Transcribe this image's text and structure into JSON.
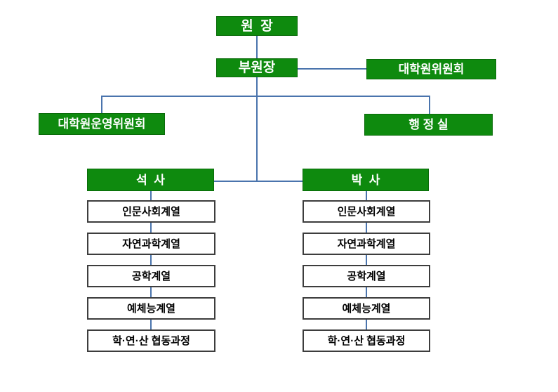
{
  "org": {
    "director": "원  장",
    "vice_director": "부원장",
    "graduate_committee": "대학원위원회",
    "operating_committee": "대학원운영위원회",
    "admin_office": "행 정 실",
    "masters": {
      "label": "석  사",
      "departments": [
        "인문사회계열",
        "자연과학계열",
        "공학계열",
        "예체능계열",
        "학·연·산 협동과정"
      ]
    },
    "doctoral": {
      "label": "박  사",
      "departments": [
        "인문사회계열",
        "자연과학계열",
        "공학계열",
        "예체능계열",
        "학·연·산 협동과정"
      ]
    }
  },
  "colors": {
    "node_fill": "#0e8a0e",
    "node_border": "#0a6b0a",
    "connector": "#4a74ad",
    "dept_border": "#3d3d3d",
    "node_text": "#ffffff",
    "dept_text": "#000000"
  }
}
